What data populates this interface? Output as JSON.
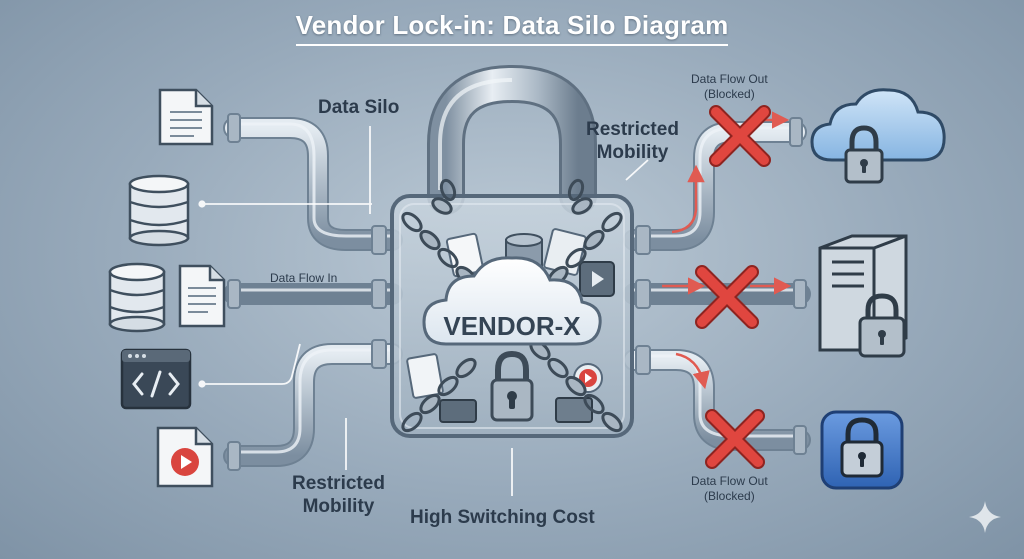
{
  "title": "Vendor Lock-in: Data Silo Diagram",
  "labels": {
    "data_silo": "Data Silo",
    "restricted_mobility_top": [
      "Restricted",
      "Mobility"
    ],
    "restricted_mobility_bottom": [
      "Restricted",
      "Mobility"
    ],
    "data_flow_in": "Data Flow In",
    "data_flow_out_top": [
      "Data Flow Out",
      "(Blocked)"
    ],
    "data_flow_out_bottom": [
      "Data Flow Out",
      "(Blocked)"
    ],
    "high_switching_cost": "High Switching Cost",
    "vendor": "VENDOR-X"
  },
  "sources": [
    {
      "icon": "document-icon"
    },
    {
      "icon": "database-icon"
    },
    {
      "icon": "database-icon"
    },
    {
      "icon": "document-icon"
    },
    {
      "icon": "code-window-icon"
    },
    {
      "icon": "video-file-icon"
    }
  ],
  "destinations": [
    {
      "icon": "locked-cloud-icon",
      "status": "Blocked"
    },
    {
      "icon": "locked-server-icon",
      "status": "Blocked"
    },
    {
      "icon": "locked-app-icon",
      "status": "Blocked"
    }
  ],
  "colors": {
    "pipe": "#b3c0cc",
    "pipe_dark": "#6e8193",
    "blocked_x": "#e0463f",
    "arrow_red": "#e05b52",
    "label_text": "#2c3b4c",
    "cloud_blue": "#a9ccec",
    "app_blue": "#3f78c8"
  }
}
